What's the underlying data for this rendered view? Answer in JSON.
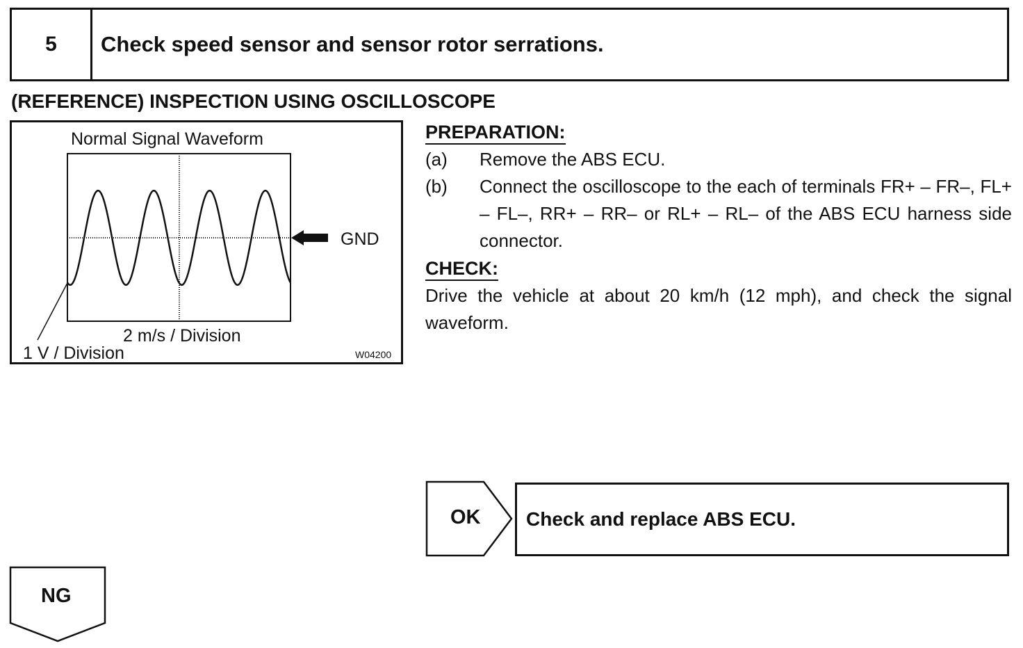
{
  "step": {
    "number": "5",
    "title": "Check speed sensor and sensor rotor serrations."
  },
  "section_heading": "(REFERENCE) INSPECTION USING OSCILLOSCOPE",
  "figure": {
    "title": "Normal Signal Waveform",
    "gnd_label": "GND",
    "x_unit": "2 m/s / Division",
    "y_unit": "1 V / Division",
    "code": "W04200",
    "waveform": {
      "type": "sine",
      "cycles": 4,
      "amplitude_divisions": 1
    }
  },
  "preparation": {
    "heading": "PREPARATION:",
    "items": [
      {
        "key": "(a)",
        "text": "Remove the ABS ECU."
      },
      {
        "key": "(b)",
        "text": "Connect the oscilloscope to the each of terminals FR+ – FR–, FL+ – FL–, RR+ – RR– or RL+ – RL– of the ABS ECU harness side connector."
      }
    ]
  },
  "check": {
    "heading": "CHECK:",
    "text": "Drive the vehicle at about 20 km/h (12 mph), and check the signal waveform."
  },
  "ok": {
    "label": "OK",
    "action": "Check and replace ABS ECU."
  },
  "ng": {
    "label": "NG"
  }
}
